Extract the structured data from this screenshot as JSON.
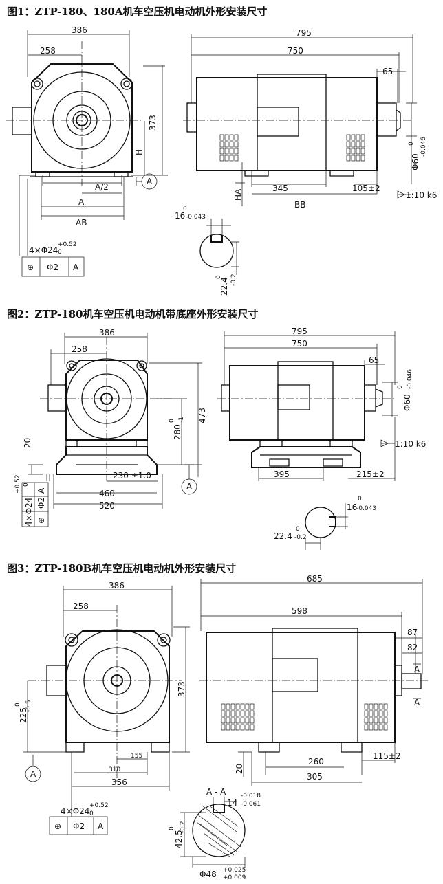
{
  "figures": [
    {
      "title": "图1：ZTP-180、180A机车空压机电动机外形安装尺寸",
      "front": {
        "dim_386": "386",
        "dim_258": "258",
        "dim_373": "373",
        "dim_H": "H",
        "dim_A2": "A/2",
        "dim_A": "A",
        "dim_AB": "AB",
        "datum": "A",
        "holes": "4×Φ24",
        "holes_tol_up": "+0.52",
        "holes_tol_low": "0",
        "tol_sym": "⊕",
        "tol_val": "Φ2",
        "tol_ref": "A"
      },
      "side": {
        "dim_795": "795",
        "dim_750": "750",
        "dim_65": "65",
        "shaft_dia": "Φ60",
        "shaft_tol_up": "0",
        "shaft_tol_low": "-0.046",
        "taper": "1:10 k6",
        "dim_HA": "HA",
        "dim_345": "345",
        "dim_BB": "BB",
        "dim_105": "105±2"
      },
      "key": {
        "width": "16",
        "width_tol_up": "0",
        "width_tol_low": "-0.043",
        "depth": "22.4",
        "depth_tol_up": "0",
        "depth_tol_low": "-0.2"
      }
    },
    {
      "title": "图2：ZTP-180机车空压机电动机带底座外形安装尺寸",
      "front": {
        "dim_386": "386",
        "dim_258": "258",
        "dim_473": "473",
        "dim_280": "280",
        "dim_280_tol_up": "0",
        "dim_280_tol_low": "-1",
        "dim_20": "20",
        "dim_230": "230 ±1.0",
        "dim_460": "460",
        "dim_520": "520",
        "datum": "A",
        "holes": "4×Φ24",
        "holes_tol_up": "+0.52",
        "holes_tol_low": "0",
        "tol_sym": "⊕",
        "tol_val": "Φ2",
        "tol_ref": "A"
      },
      "side": {
        "dim_795": "795",
        "dim_750": "750",
        "dim_65": "65",
        "shaft_dia": "Φ60",
        "shaft_tol_up": "0",
        "shaft_tol_low": "-0.046",
        "taper": "1:10 k6",
        "dim_395": "395",
        "dim_215": "215±2"
      },
      "key": {
        "width": "16",
        "width_tol_up": "0",
        "width_tol_low": "-0.043",
        "depth": "22.4",
        "depth_tol_up": "0",
        "depth_tol_low": "-0.2"
      }
    },
    {
      "title": "图3：ZTP-180B机车空压机电动机外形安装尺寸",
      "front": {
        "dim_386": "386",
        "dim_258": "258",
        "dim_373": "373",
        "dim_225": "225",
        "dim_225_tol_up": "0",
        "dim_225_tol_low": "-0.5",
        "dim_155": "155",
        "dim_310": "310",
        "dim_356": "356",
        "datum": "A",
        "holes": "4×Φ24",
        "holes_tol_up": "+0.52",
        "holes_tol_low": "0",
        "tol_sym": "⊕",
        "tol_val": "Φ2",
        "tol_ref": "A"
      },
      "side": {
        "dim_685": "685",
        "dim_598": "598",
        "dim_87": "87",
        "dim_82": "82",
        "section_mark": "A",
        "dim_20": "20",
        "dim_260": "260",
        "dim_115": "115±2",
        "dim_305": "305"
      },
      "section": {
        "label": "A - A",
        "key_width": "14",
        "key_tol_up": "-0.018",
        "key_tol_low": "-0.061",
        "depth": "42.5",
        "depth_tol_up": "0",
        "depth_tol_low": "-0.2",
        "dia": "Φ48",
        "dia_tol_up": "+0.025",
        "dia_tol_low": "+0.009"
      }
    }
  ]
}
